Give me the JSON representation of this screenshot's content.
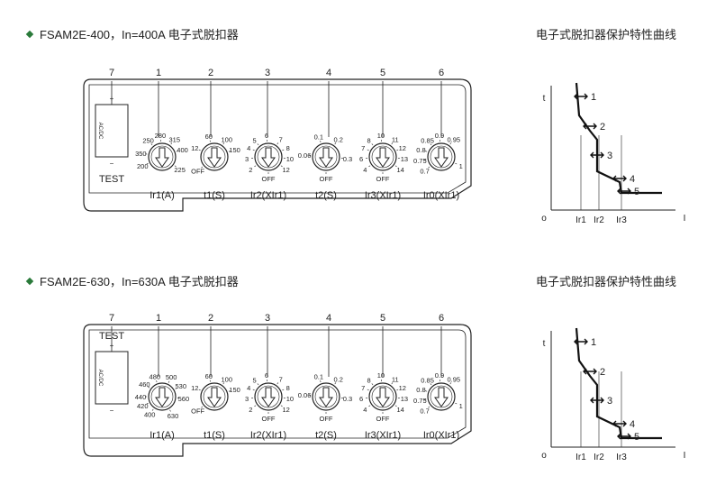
{
  "panels": [
    {
      "heading": "FSAM2E-400，In=400A 电子式脱扣器",
      "curve_title": "电子式脱扣器保护特性曲线",
      "callouts": [
        "7",
        "1",
        "2",
        "3",
        "4",
        "5",
        "6"
      ],
      "test_label": "TEST",
      "plus": "+",
      "minus": "−",
      "side_text": "AC/DC",
      "dials": [
        {
          "caption": "Ir1(A)",
          "ticks": [
            "250",
            "280",
            "315",
            "350",
            "400",
            "200",
            "225"
          ]
        },
        {
          "caption": "t1(S)",
          "ticks": [
            "60",
            "100",
            "150",
            "12",
            "OFF"
          ]
        },
        {
          "caption": "Ir2(XIr1)",
          "ticks": [
            "5",
            "6",
            "7",
            "4",
            "8",
            "3",
            "10",
            "2",
            "12",
            "OFF"
          ]
        },
        {
          "caption": "t2(S)",
          "ticks": [
            "0.1",
            "0.2",
            "0.06",
            "0.3",
            "OFF"
          ]
        },
        {
          "caption": "Ir3(XIr1)",
          "ticks": [
            "8",
            "10",
            "11",
            "7",
            "12",
            "6",
            "13",
            "4",
            "14",
            "OFF"
          ]
        },
        {
          "caption": "Ir0(XIr1)",
          "ticks": [
            "0.85",
            "0.9",
            "0.95",
            "0.8",
            "0.75",
            "1",
            "0.7"
          ]
        }
      ],
      "curve": {
        "t": "t",
        "o": "o",
        "i": "I",
        "x_labels": [
          "Ir1",
          "Ir2",
          "Ir3"
        ],
        "markers": [
          "1",
          "2",
          "3",
          "4",
          "5"
        ]
      }
    },
    {
      "heading": "FSAM2E-630，In=630A 电子式脱扣器",
      "curve_title": "电子式脱扣器保护特性曲线",
      "callouts": [
        "7",
        "1",
        "2",
        "3",
        "4",
        "5",
        "6"
      ],
      "test_label": "TEST",
      "plus": "+",
      "minus": "−",
      "side_text": "AC/DC",
      "dials": [
        {
          "caption": "Ir1(A)",
          "ticks": [
            "460",
            "480",
            "500",
            "440",
            "530",
            "420",
            "560",
            "400",
            "630"
          ]
        },
        {
          "caption": "t1(S)",
          "ticks": [
            "60",
            "100",
            "150",
            "12",
            "OFF"
          ]
        },
        {
          "caption": "Ir2(XIr1)",
          "ticks": [
            "5",
            "6",
            "7",
            "4",
            "8",
            "3",
            "10",
            "2",
            "12",
            "OFF"
          ]
        },
        {
          "caption": "t2(S)",
          "ticks": [
            "0.1",
            "0.2",
            "0.06",
            "0.3",
            "OFF"
          ]
        },
        {
          "caption": "Ir3(XIr1)",
          "ticks": [
            "8",
            "10",
            "11",
            "7",
            "12",
            "6",
            "13",
            "4",
            "14",
            "OFF"
          ]
        },
        {
          "caption": "Ir0(XIr1)",
          "ticks": [
            "0.85",
            "0.9",
            "0.95",
            "0.8",
            "0.75",
            "1",
            "0.7"
          ]
        }
      ],
      "curve": {
        "t": "t",
        "o": "o",
        "i": "I",
        "x_labels": [
          "Ir1",
          "Ir2",
          "Ir3"
        ],
        "markers": [
          "1",
          "2",
          "3",
          "4",
          "5"
        ]
      }
    }
  ]
}
